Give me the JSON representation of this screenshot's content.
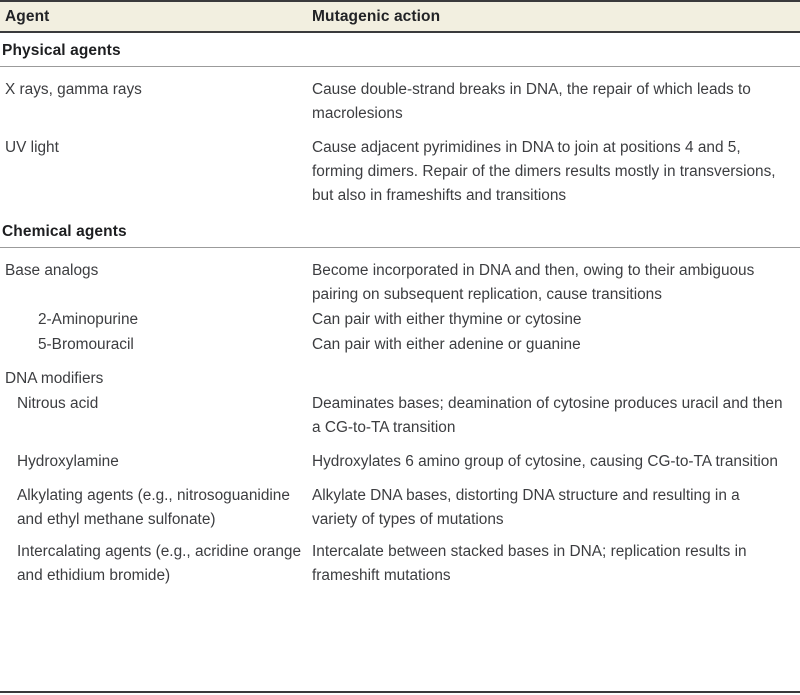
{
  "table": {
    "title": "Mutagenic agents table",
    "columns": [
      {
        "key": "agent",
        "label": "Agent"
      },
      {
        "key": "action",
        "label": "Mutagenic action"
      }
    ],
    "header_background": "#f2efe0",
    "rule_color": "#3a3a3c",
    "text_color": "#3c3d40",
    "sections": [
      {
        "heading": "Physical agents",
        "rows": [
          {
            "agent": "X rays, gamma rays",
            "indent": 0,
            "action": "Cause double-strand breaks in DNA, the repair of which leads to macrolesions"
          },
          {
            "agent": "UV light",
            "indent": 0,
            "action": "Cause adjacent pyrimidines in DNA to join at positions 4 and 5, forming dimers. Repair of the dimers results mostly in transversions, but also in frameshifts and transitions"
          }
        ]
      },
      {
        "heading": "Chemical agents",
        "rows": [
          {
            "agent": "Base analogs",
            "indent": 0,
            "action": "Become incorporated in DNA and then, owing to their ambiguous pairing on subsequent replication, cause transitions"
          },
          {
            "agent": "2-Aminopurine",
            "indent": 2,
            "action": "Can pair with either thymine or cytosine"
          },
          {
            "agent": "5-Bromouracil",
            "indent": 2,
            "action": "Can pair with either adenine or guanine"
          },
          {
            "agent": "DNA modifiers",
            "indent": 0,
            "action": ""
          },
          {
            "agent": "Nitrous acid",
            "indent": 1,
            "action": "Deaminates bases; deamination of cytosine produces uracil and then a CG-to-TA transition"
          },
          {
            "agent": "Hydroxylamine",
            "indent": 1,
            "action": "Hydroxylates 6 amino group of cytosine, causing CG-to-TA transition"
          },
          {
            "agent": "Alkylating agents (e.g., nitrosoguanidine and ethyl methane sulfonate)",
            "indent": 1,
            "action": "Alkylate DNA bases, distorting DNA structure and resulting in a variety of types of mutations"
          },
          {
            "agent": "Intercalating agents (e.g., acridine orange and ethidium bromide)",
            "indent": 1,
            "action": "Intercalate between stacked bases in DNA; replication results in frameshift mutations"
          }
        ]
      }
    ]
  }
}
